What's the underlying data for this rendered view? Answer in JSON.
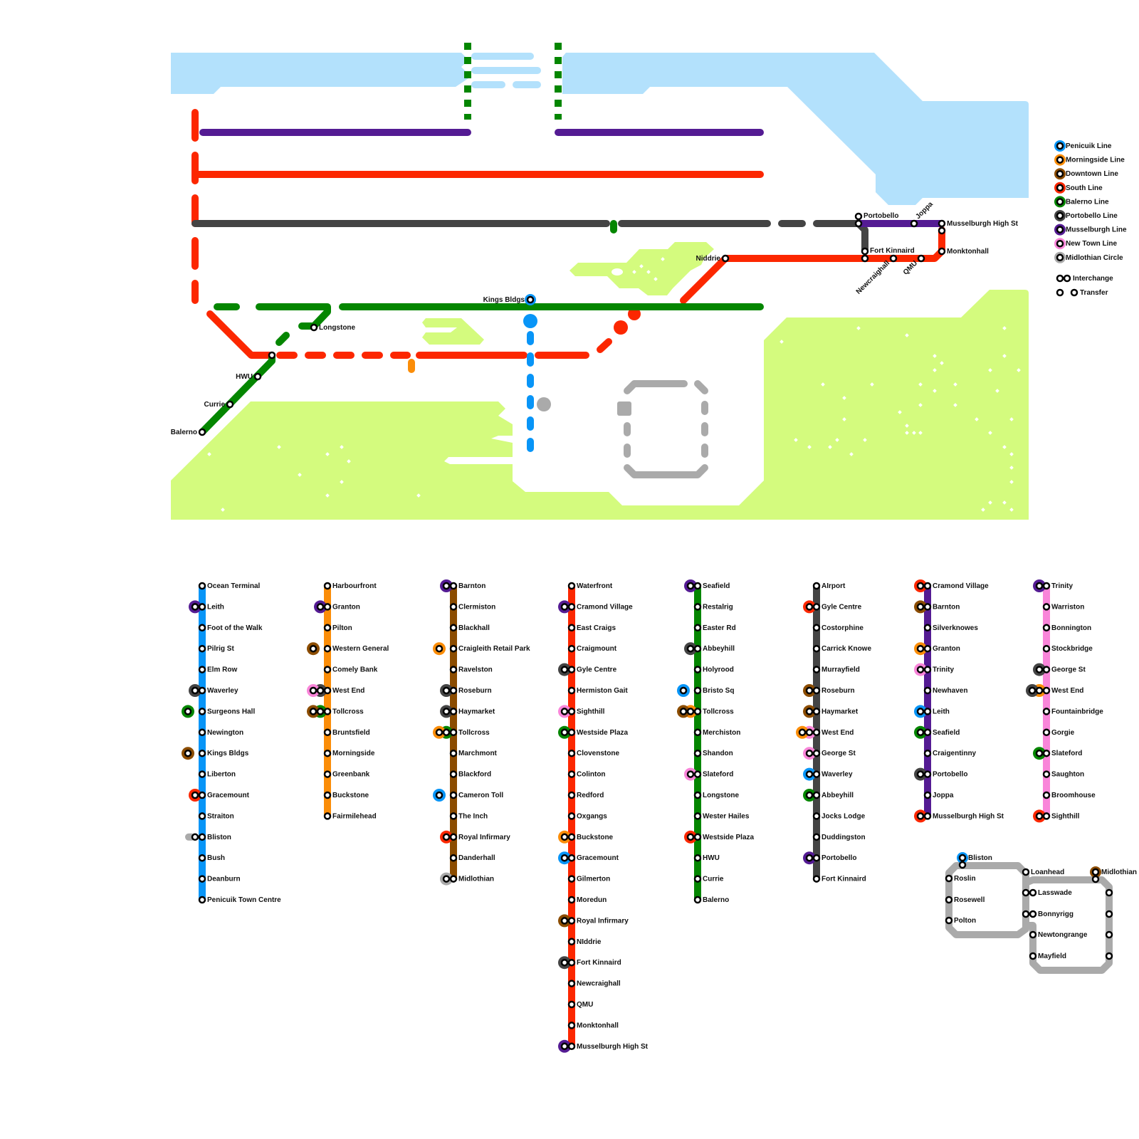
{
  "title": "Edinburgh Transit Map",
  "colors": {
    "water": "#b3e1fc",
    "land": "#d4fb7e",
    "penicuik": "#0895f7",
    "morningside": "#fb8d08",
    "downtown": "#8b4c00",
    "south": "#fc2700",
    "balerno": "#048600",
    "portobello": "#444444",
    "musselburgh": "#541b93",
    "newtown": "#f985d9",
    "midlothian": "#aaaaaa"
  },
  "legend": {
    "lines": [
      {
        "key": "penicuik",
        "label": "Penicuik Line"
      },
      {
        "key": "morningside",
        "label": "Morningside Line"
      },
      {
        "key": "downtown",
        "label": "Downtown Line"
      },
      {
        "key": "south",
        "label": "South Line"
      },
      {
        "key": "balerno",
        "label": "Balerno Line"
      },
      {
        "key": "portobello",
        "label": "Portobello Line"
      },
      {
        "key": "musselburgh",
        "label": "Musselburgh Line"
      },
      {
        "key": "newtown",
        "label": "New Town Line"
      },
      {
        "key": "midlothian",
        "label": "Midlothian Circle"
      }
    ],
    "interchange_label": "Interchange",
    "transfer_label": "Transfer"
  },
  "map_labels": {
    "longstone": "Longstone",
    "hwu": "HWU",
    "currie": "Currie",
    "balerno": "Balerno",
    "kings_bldgs": "Kings Bldgs",
    "niddrie": "Niddrie",
    "portobello": "Portobello",
    "joppa": "Joppa",
    "musselburgh": "Musselburgh High St",
    "fort_kinnaird": "Fort Kinnaird",
    "monktonhall": "Monktonhall",
    "newcraighall": "Newcraighall",
    "qmu": "QMU"
  },
  "strip_maps": [
    {
      "key": "penicuik",
      "stations": [
        {
          "name": "Ocean Terminal"
        },
        {
          "name": "Leith",
          "inter": [
            "musselburgh"
          ]
        },
        {
          "name": "Foot of the Walk"
        },
        {
          "name": "Pilrig St"
        },
        {
          "name": "Elm Row"
        },
        {
          "name": "Waverley",
          "inter": [
            "portobello"
          ]
        },
        {
          "name": "Surgeons Hall",
          "transfer": [
            "balerno"
          ]
        },
        {
          "name": "Newington"
        },
        {
          "name": "Kings Bldgs",
          "transfer": [
            "downtown"
          ]
        },
        {
          "name": "Liberton"
        },
        {
          "name": "Gracemount",
          "inter": [
            "south"
          ]
        },
        {
          "name": "Straiton"
        },
        {
          "name": "Bliston",
          "inter": [
            "midlothian"
          ]
        },
        {
          "name": "Bush"
        },
        {
          "name": "Deanburn"
        },
        {
          "name": "Penicuik Town Centre"
        }
      ]
    },
    {
      "key": "morningside",
      "stations": [
        {
          "name": "Harbourfront"
        },
        {
          "name": "Granton",
          "inter": [
            "musselburgh"
          ]
        },
        {
          "name": "Pilton"
        },
        {
          "name": "Western General",
          "transfer": [
            "downtown"
          ]
        },
        {
          "name": "Comely Bank"
        },
        {
          "name": "West End",
          "inter": [
            "newtown",
            "portobello"
          ]
        },
        {
          "name": "Tollcross",
          "inter": [
            "downtown",
            "balerno"
          ]
        },
        {
          "name": "Bruntsfield"
        },
        {
          "name": "Morningside"
        },
        {
          "name": "Greenbank"
        },
        {
          "name": "Buckstone"
        },
        {
          "name": "Fairmilehead"
        }
      ]
    },
    {
      "key": "downtown",
      "stations": [
        {
          "name": "Barnton",
          "inter": [
            "musselburgh"
          ]
        },
        {
          "name": "Clermiston"
        },
        {
          "name": "Blackhall"
        },
        {
          "name": "Craigleith Retail Park",
          "transfer": [
            "morningside"
          ]
        },
        {
          "name": "Ravelston"
        },
        {
          "name": "Roseburn",
          "inter": [
            "portobello"
          ]
        },
        {
          "name": "Haymarket",
          "inter": [
            "portobello"
          ]
        },
        {
          "name": "Tollcross",
          "inter": [
            "morningside",
            "balerno"
          ]
        },
        {
          "name": "Marchmont"
        },
        {
          "name": "Blackford"
        },
        {
          "name": "Cameron Toll",
          "transfer": [
            "penicuik"
          ]
        },
        {
          "name": "The Inch"
        },
        {
          "name": "Royal Infirmary",
          "inter": [
            "south"
          ]
        },
        {
          "name": "Danderhall"
        },
        {
          "name": "Midlothian",
          "inter": [
            "midlothian"
          ]
        }
      ]
    },
    {
      "key": "south",
      "stations": [
        {
          "name": "Waterfront"
        },
        {
          "name": "Cramond Village",
          "inter": [
            "musselburgh"
          ]
        },
        {
          "name": "East Craigs"
        },
        {
          "name": "Craigmount"
        },
        {
          "name": "Gyle Centre",
          "inter": [
            "portobello"
          ]
        },
        {
          "name": "Hermiston Gait"
        },
        {
          "name": "Sighthill",
          "inter": [
            "newtown"
          ]
        },
        {
          "name": "Westside Plaza",
          "inter": [
            "balerno"
          ]
        },
        {
          "name": "Clovenstone"
        },
        {
          "name": "Colinton"
        },
        {
          "name": "Redford"
        },
        {
          "name": "Oxgangs"
        },
        {
          "name": "Buckstone",
          "inter": [
            "morningside"
          ]
        },
        {
          "name": "Gracemount",
          "inter": [
            "penicuik"
          ]
        },
        {
          "name": "Gilmerton"
        },
        {
          "name": "Moredun"
        },
        {
          "name": "Royal Infirmary",
          "inter": [
            "downtown"
          ]
        },
        {
          "name": "NIddrie"
        },
        {
          "name": "Fort Kinnaird",
          "inter": [
            "portobello"
          ]
        },
        {
          "name": "Newcraighall"
        },
        {
          "name": "QMU"
        },
        {
          "name": "Monktonhall"
        },
        {
          "name": "Musselburgh High St",
          "inter": [
            "musselburgh"
          ]
        }
      ]
    },
    {
      "key": "balerno",
      "stations": [
        {
          "name": "Seafield",
          "inter": [
            "musselburgh"
          ]
        },
        {
          "name": "Restalrig"
        },
        {
          "name": "Easter Rd"
        },
        {
          "name": "Abbeyhill",
          "inter": [
            "portobello"
          ]
        },
        {
          "name": "Holyrood"
        },
        {
          "name": "Bristo Sq",
          "transfer": [
            "penicuik"
          ]
        },
        {
          "name": "Tollcross",
          "inter": [
            "downtown",
            "morningside"
          ]
        },
        {
          "name": "Merchiston"
        },
        {
          "name": "Shandon"
        },
        {
          "name": "Slateford",
          "inter": [
            "newtown"
          ]
        },
        {
          "name": "Longstone"
        },
        {
          "name": "Wester Hailes"
        },
        {
          "name": "Westside Plaza",
          "inter": [
            "south"
          ]
        },
        {
          "name": "HWU"
        },
        {
          "name": "Currie"
        },
        {
          "name": "Balerno"
        }
      ]
    },
    {
      "key": "portobello",
      "stations": [
        {
          "name": "AIrport"
        },
        {
          "name": "Gyle Centre",
          "inter": [
            "south"
          ]
        },
        {
          "name": "Costorphine"
        },
        {
          "name": "Carrick Knowe"
        },
        {
          "name": "Murrayfield"
        },
        {
          "name": "Roseburn",
          "inter": [
            "downtown"
          ]
        },
        {
          "name": "Haymarket",
          "inter": [
            "downtown"
          ]
        },
        {
          "name": "West End",
          "inter": [
            "morningside",
            "newtown"
          ]
        },
        {
          "name": "George St",
          "inter": [
            "newtown"
          ]
        },
        {
          "name": "Waverley",
          "inter": [
            "penicuik"
          ]
        },
        {
          "name": "Abbeyhill",
          "inter": [
            "balerno"
          ]
        },
        {
          "name": "Jocks Lodge"
        },
        {
          "name": "Duddingston"
        },
        {
          "name": "Portobello",
          "inter": [
            "musselburgh"
          ]
        },
        {
          "name": "Fort Kinnaird"
        }
      ]
    },
    {
      "key": "musselburgh",
      "stations": [
        {
          "name": "Cramond Village",
          "inter": [
            "south"
          ]
        },
        {
          "name": "Barnton",
          "inter": [
            "downtown"
          ]
        },
        {
          "name": "Silverknowes"
        },
        {
          "name": "Granton",
          "inter": [
            "morningside"
          ]
        },
        {
          "name": "Trinity",
          "inter": [
            "newtown"
          ]
        },
        {
          "name": "Newhaven"
        },
        {
          "name": "Leith",
          "inter": [
            "penicuik"
          ]
        },
        {
          "name": "Seafield",
          "inter": [
            "balerno"
          ]
        },
        {
          "name": "Craigentinny"
        },
        {
          "name": "Portobello",
          "inter": [
            "portobello"
          ]
        },
        {
          "name": "Joppa"
        },
        {
          "name": "Musselburgh High St",
          "inter": [
            "south"
          ]
        }
      ]
    },
    {
      "key": "newtown",
      "stations": [
        {
          "name": "Trinity",
          "inter": [
            "musselburgh"
          ]
        },
        {
          "name": "Warriston"
        },
        {
          "name": "Bonnington"
        },
        {
          "name": "Stockbridge"
        },
        {
          "name": "George St",
          "inter": [
            "portobello"
          ]
        },
        {
          "name": "West End",
          "inter": [
            "portobello",
            "morningside"
          ]
        },
        {
          "name": "Fountainbridge"
        },
        {
          "name": "Gorgie"
        },
        {
          "name": "Slateford",
          "inter": [
            "balerno"
          ]
        },
        {
          "name": "Saughton"
        },
        {
          "name": "Broomhouse"
        },
        {
          "name": "Sighthill",
          "inter": [
            "south"
          ]
        }
      ]
    }
  ],
  "midlothian_circle": {
    "bliston": "Bliston",
    "roslin": "Roslin",
    "rosewell": "Rosewell",
    "polton": "Polton",
    "loanhead": "Loanhead",
    "lasswade": "Lasswade",
    "bonnyrigg": "Bonnyrigg",
    "newtongrange": "Newtongrange",
    "mayfield": "Mayfield",
    "midlothian": "Midlothian"
  }
}
